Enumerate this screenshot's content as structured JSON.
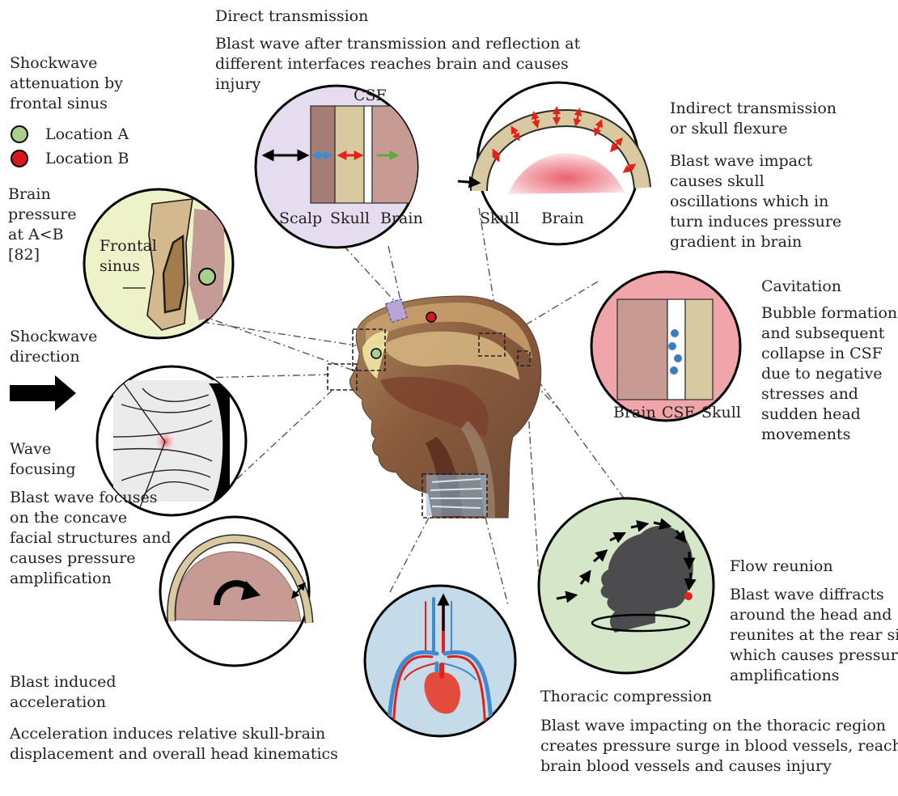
{
  "colors": {
    "lavender": "#e6dcef",
    "yellow_green": "#eef2c8",
    "pink": "#efa5a9",
    "sage": "#d6e6c8",
    "light_blue": "#c6dbe9",
    "scalp": "#a57d74",
    "skull": "#d9c9a0",
    "brain": "#c79b94",
    "csf": "#ffffff",
    "arrow_black": "#000000",
    "arrow_blue": "#3f8ad1",
    "arrow_red": "#e2231a",
    "arrow_green": "#5aab3f",
    "bubble": "#3d7dbd",
    "marker_green": "#a9cf8f",
    "marker_red": "#d7191f",
    "head_gray": "#4c4c4e"
  },
  "panels": {
    "direct_transmission": {
      "title": "Direct transmission",
      "description": [
        "Blast wave after transmission and reflection at",
        "different interfaces reaches brain and causes",
        "injury"
      ],
      "labels": {
        "csf": "CSF",
        "scalp": "Scalp",
        "skull": "Skull",
        "brain": "Brain"
      }
    },
    "frontal_sinus": {
      "title": [
        "Shockwave",
        "attenuation by",
        "frontal sinus"
      ],
      "legend": [
        {
          "label": "Location A",
          "color": "#a9cf8f"
        },
        {
          "label": "Location B",
          "color": "#d7191f"
        }
      ],
      "note": [
        "Brain",
        "pressure",
        "at A<B",
        "[82]"
      ],
      "circle_label": [
        "Frontal",
        "sinus"
      ]
    },
    "indirect_transmission": {
      "title": [
        "Indirect transmission",
        "or skull flexure"
      ],
      "description": [
        "Blast wave impact",
        "causes skull",
        "oscillations which in",
        "turn induces pressure",
        "gradient in brain"
      ],
      "labels": {
        "skull": "Skull",
        "brain": "Brain"
      }
    },
    "cavitation": {
      "title": "Cavitation",
      "description": [
        "Bubble formation",
        "and subsequent",
        "collapse in CSF",
        "due to negative",
        "stresses and",
        "sudden head",
        "movements"
      ],
      "labels": {
        "brain": "Brain",
        "csf": "CSF",
        "skull": "Skull"
      }
    },
    "shockwave_direction": {
      "label": [
        "Shockwave",
        "direction"
      ]
    },
    "wave_focusing": {
      "title": [
        "Wave",
        "focusing"
      ],
      "description": [
        "Blast wave focuses",
        "on the concave",
        "facial structures and",
        "causes pressure",
        "amplification"
      ]
    },
    "acceleration": {
      "title": [
        "Blast induced",
        "acceleration"
      ],
      "description": [
        "Acceleration induces relative skull-brain",
        "displacement and overall head kinematics"
      ]
    },
    "thoracic": {
      "title": "Thoracic compression",
      "description": [
        "Blast wave impacting on the thoracic region",
        "creates pressure surge in blood vessels, reaches",
        "brain blood vessels and causes injury"
      ]
    },
    "flow_reunion": {
      "title": "Flow reunion",
      "description": [
        "Blast wave diffracts",
        "around the head and",
        "reunites at the rear side,",
        "which causes pressure",
        "amplifications"
      ]
    }
  }
}
